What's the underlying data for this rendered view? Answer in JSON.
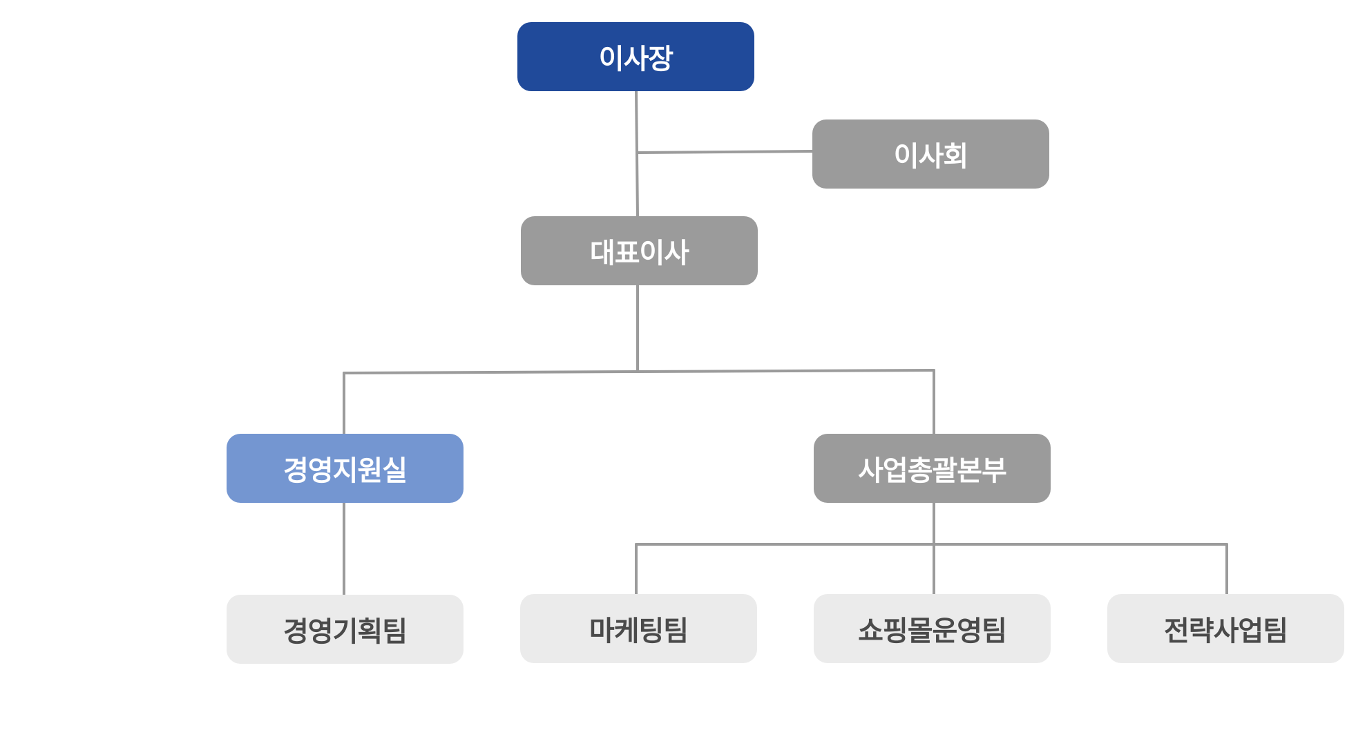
{
  "org_chart": {
    "chairman": "이사장",
    "board": "이사회",
    "ceo": "대표이사",
    "management_support": "경영지원실",
    "business_hq": "사업총괄본부",
    "planning_team": "경영기획팀",
    "marketing_team": "마케팅팀",
    "shopping_mall_team": "쇼핑몰운영팀",
    "strategy_team": "전략사업팀"
  },
  "colors": {
    "top_node": "#204a9a",
    "gray_node": "#9b9b9b",
    "division_highlight": "#7496d1",
    "team_node": "#ebebeb",
    "team_text": "#4a4a4a",
    "connector": "#9b9b9b"
  }
}
